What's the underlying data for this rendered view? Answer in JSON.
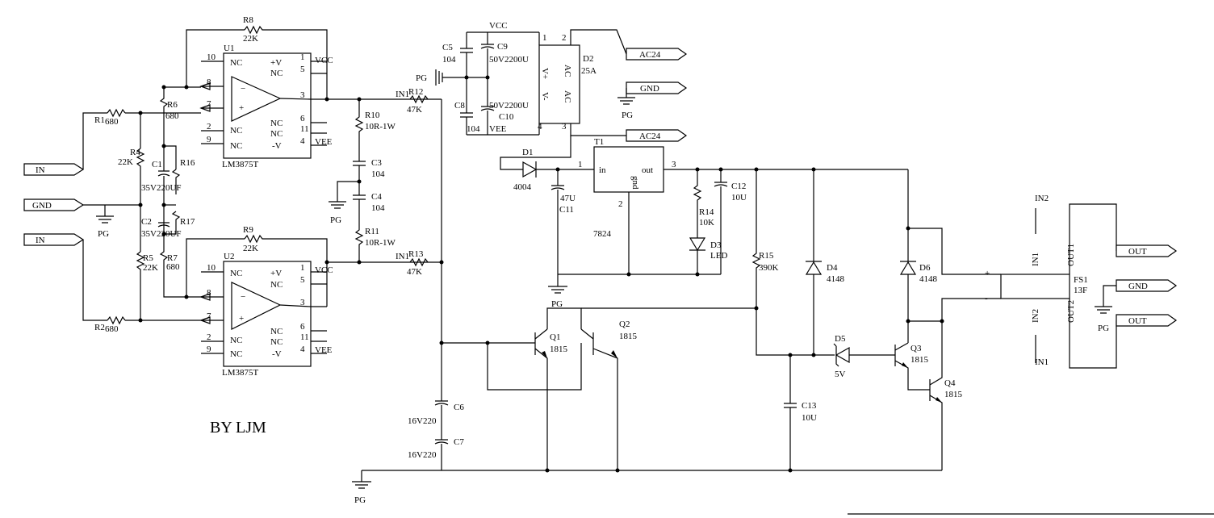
{
  "author": "BY LJM",
  "ports": {
    "in_top": "IN",
    "gnd_left": "GND",
    "in_bottom": "IN",
    "ac24_top": "AC24",
    "gnd_top": "GND",
    "ac24_mid": "AC24",
    "out_top": "OUT",
    "gnd_right": "GND",
    "out_bottom": "OUT"
  },
  "power": {
    "vcc": "VCC",
    "vee": "VEE",
    "pg": "PG"
  },
  "u1": {
    "name": "U1",
    "part": "LM3875T",
    "pins": {
      "p10": "10",
      "p8": "8",
      "p7": "7",
      "p2": "2",
      "p9": "9",
      "p1": "1",
      "p5": "5",
      "p3": "3",
      "p6": "6",
      "p11": "11",
      "p4": "4"
    },
    "labels": {
      "nc": "NC",
      "vp": "+V",
      "vm": "-V",
      "minus": "−",
      "plus": "+"
    }
  },
  "u2": {
    "name": "U2",
    "part": "LM3875T",
    "pins": {
      "p10": "10",
      "p8": "8",
      "p7": "7",
      "p2": "2",
      "p9": "9",
      "p1": "1",
      "p5": "5",
      "p3": "3",
      "p6": "6",
      "p11": "11",
      "p4": "4"
    },
    "labels": {
      "nc": "NC",
      "vp": "+V",
      "vm": "-V",
      "minus": "−",
      "plus": "+"
    }
  },
  "resistors": {
    "r1": {
      "name": "R1",
      "value": "680"
    },
    "r2": {
      "name": "R2",
      "value": "680"
    },
    "r4": {
      "name": "R4",
      "value": "22K"
    },
    "r5": {
      "name": "R5",
      "value": "22K"
    },
    "r6": {
      "name": "R6",
      "value": "680"
    },
    "r7": {
      "name": "R7",
      "value": "680"
    },
    "r8": {
      "name": "R8",
      "value": "22K"
    },
    "r9": {
      "name": "R9",
      "value": "22K"
    },
    "r10": {
      "name": "R10",
      "value": "10R-1W"
    },
    "r11": {
      "name": "R11",
      "value": "10R-1W"
    },
    "r12": {
      "name": "R12",
      "value": "47K"
    },
    "r13": {
      "name": "R13",
      "value": "47K"
    },
    "r14": {
      "name": "R14",
      "value": "10K"
    },
    "r15": {
      "name": "R15",
      "value": "390K"
    },
    "r16": {
      "name": "R16"
    },
    "r17": {
      "name": "R17"
    }
  },
  "capacitors": {
    "c1": {
      "name": "C1",
      "value": "35V220UF"
    },
    "c2": {
      "name": "C2",
      "value": "35V220UF"
    },
    "c3": {
      "name": "C3",
      "value": "104"
    },
    "c4": {
      "name": "C4",
      "value": "104"
    },
    "c5": {
      "name": "C5",
      "value": "104"
    },
    "c6": {
      "name": "C6",
      "value": "16V220"
    },
    "c7": {
      "name": "C7",
      "value": "16V220"
    },
    "c8": {
      "name": "C8",
      "value": "104"
    },
    "c9": {
      "name": "C9",
      "value": "50V2200U"
    },
    "c10": {
      "name": "C10",
      "value": "50V2200U"
    },
    "c11": {
      "name": "C11",
      "value": "47U"
    },
    "c12": {
      "name": "C12",
      "value": "10U"
    },
    "c13": {
      "name": "C13",
      "value": "10U"
    }
  },
  "diodes": {
    "d1": {
      "name": "D1",
      "value": "4004"
    },
    "d3": {
      "name": "D3",
      "value": "LED"
    },
    "d4": {
      "name": "D4",
      "value": "4148"
    },
    "d5": {
      "name": "D5",
      "value": "5V"
    },
    "d6": {
      "name": "D6",
      "value": "4148"
    }
  },
  "bridge": {
    "name": "D2",
    "value": "25A",
    "vp": "V+",
    "vm": "V-",
    "ac1": "AC",
    "ac2": "AC",
    "pin1": "1",
    "pin2": "2",
    "pin3": "3",
    "pin4": "4"
  },
  "regulator": {
    "name": "T1",
    "value": "7824",
    "in": "in",
    "out": "out",
    "gnd": "gnd",
    "pin1": "1",
    "pin2": "2",
    "pin3": "3"
  },
  "transistors": {
    "q1": {
      "name": "Q1",
      "value": "1815"
    },
    "q2": {
      "name": "Q2",
      "value": "1815"
    },
    "q3": {
      "name": "Q3",
      "value": "1815"
    },
    "q4": {
      "name": "Q4",
      "value": "1815"
    }
  },
  "relay": {
    "name": "FS1",
    "value": "13F",
    "in1": "IN1",
    "in2": "IN2",
    "out1": "OUT1",
    "out2": "OUT2",
    "plus": "+",
    "minus": "-"
  },
  "net_labels": {
    "in1": "IN1",
    "in2": "IN1"
  }
}
